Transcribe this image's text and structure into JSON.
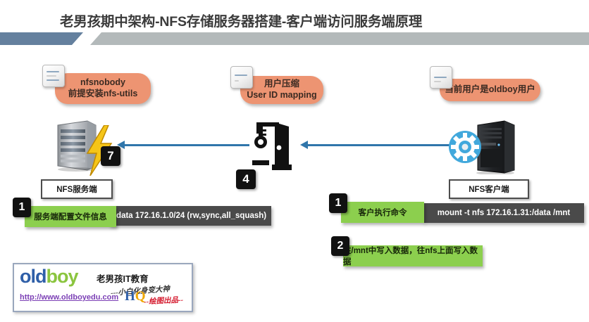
{
  "slide": {
    "title": "老男孩期中架构-NFS存储服务器搭建-客户端访问服务端原理",
    "accent_blue": "#64809e",
    "accent_gray": "#b3b9ba",
    "arrow_color": "#3076ab",
    "bubble_color": "#ed9472",
    "green_color": "#8ccf4e",
    "dark_color": "#4a4a4a"
  },
  "bubbles": [
    {
      "name": "server-note",
      "line1": "nfsnobody",
      "line2": "前提安装nfs-utils",
      "icon": "note-icon"
    },
    {
      "name": "mapping-note",
      "line1": "用户压缩",
      "line2": "User ID mapping",
      "icon": "note-icon"
    },
    {
      "name": "client-user-note",
      "line1": "当前用户是oldboy用户",
      "line2": "",
      "icon": "note-icon"
    }
  ],
  "devices": {
    "server_label": "NFS服务端",
    "client_label": "NFS客户端",
    "server_icon": "server-tower-icon",
    "client_icon": "pc-tower-icon",
    "gate_icon": "door-with-key-icon",
    "bolt_icon": "lightning-bolt-icon",
    "gear_icon": "gear-icon"
  },
  "badges": {
    "server_step": "7",
    "gate_step": "4",
    "client_step_1": "1",
    "client_step_2": "2",
    "server_config_step": "1"
  },
  "server_side": {
    "config_label": "服务端配置文件信息",
    "config_value": "/data 172.16.1.0/24 (rw,sync,all_squash)"
  },
  "client_side": {
    "command_label": "客户执行命令",
    "command_value": "mount -t nfs 172.16.1.31:/data /mnt",
    "write_label": "往/mnt中写入数据，往nfs上面写入数据"
  },
  "footer": {
    "logo_old": "old",
    "logo_boy": "boy",
    "brand": "老男孩IT教育",
    "url": "http://www.oldboyedu.com",
    "hand_note_1": "---小白化身变大神",
    "hand_note_2": "--绘图出品--",
    "hq_h": "H",
    "hq_q": "Q"
  }
}
